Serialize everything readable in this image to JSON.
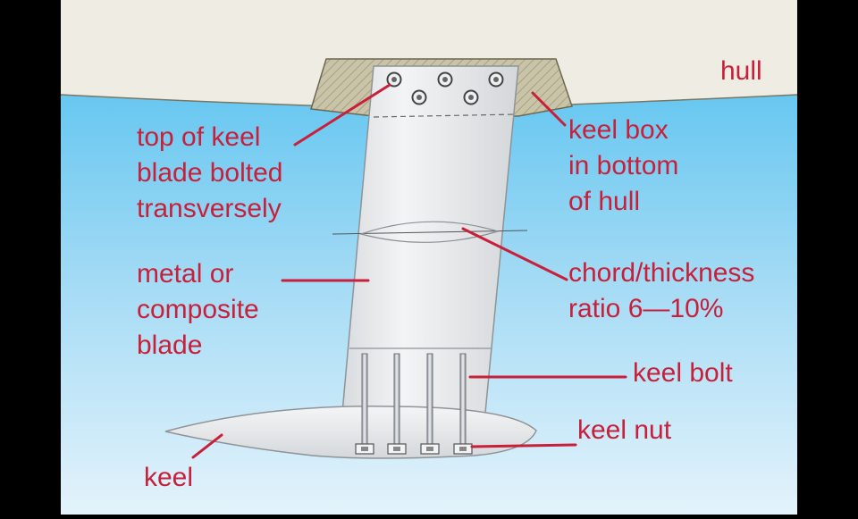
{
  "labels": {
    "hull": "hull",
    "keel_box": "keel box\nin bottom\nof hull",
    "top_bolted": "top of keel\nblade bolted\ntransversely",
    "chord_ratio": "chord/thickness\nratio 6—10%",
    "blade": "metal or\ncomposite\nblade",
    "keel_bolt": "keel bolt",
    "keel_nut": "keel nut",
    "keel": "keel"
  },
  "colors": {
    "label": "#c8203a",
    "water_top": "#4ec0ee",
    "water_bottom": "#dff1fb",
    "hull": "#efece4",
    "keel_box": "#c8c2a4",
    "blade": "#e6e8ea"
  }
}
